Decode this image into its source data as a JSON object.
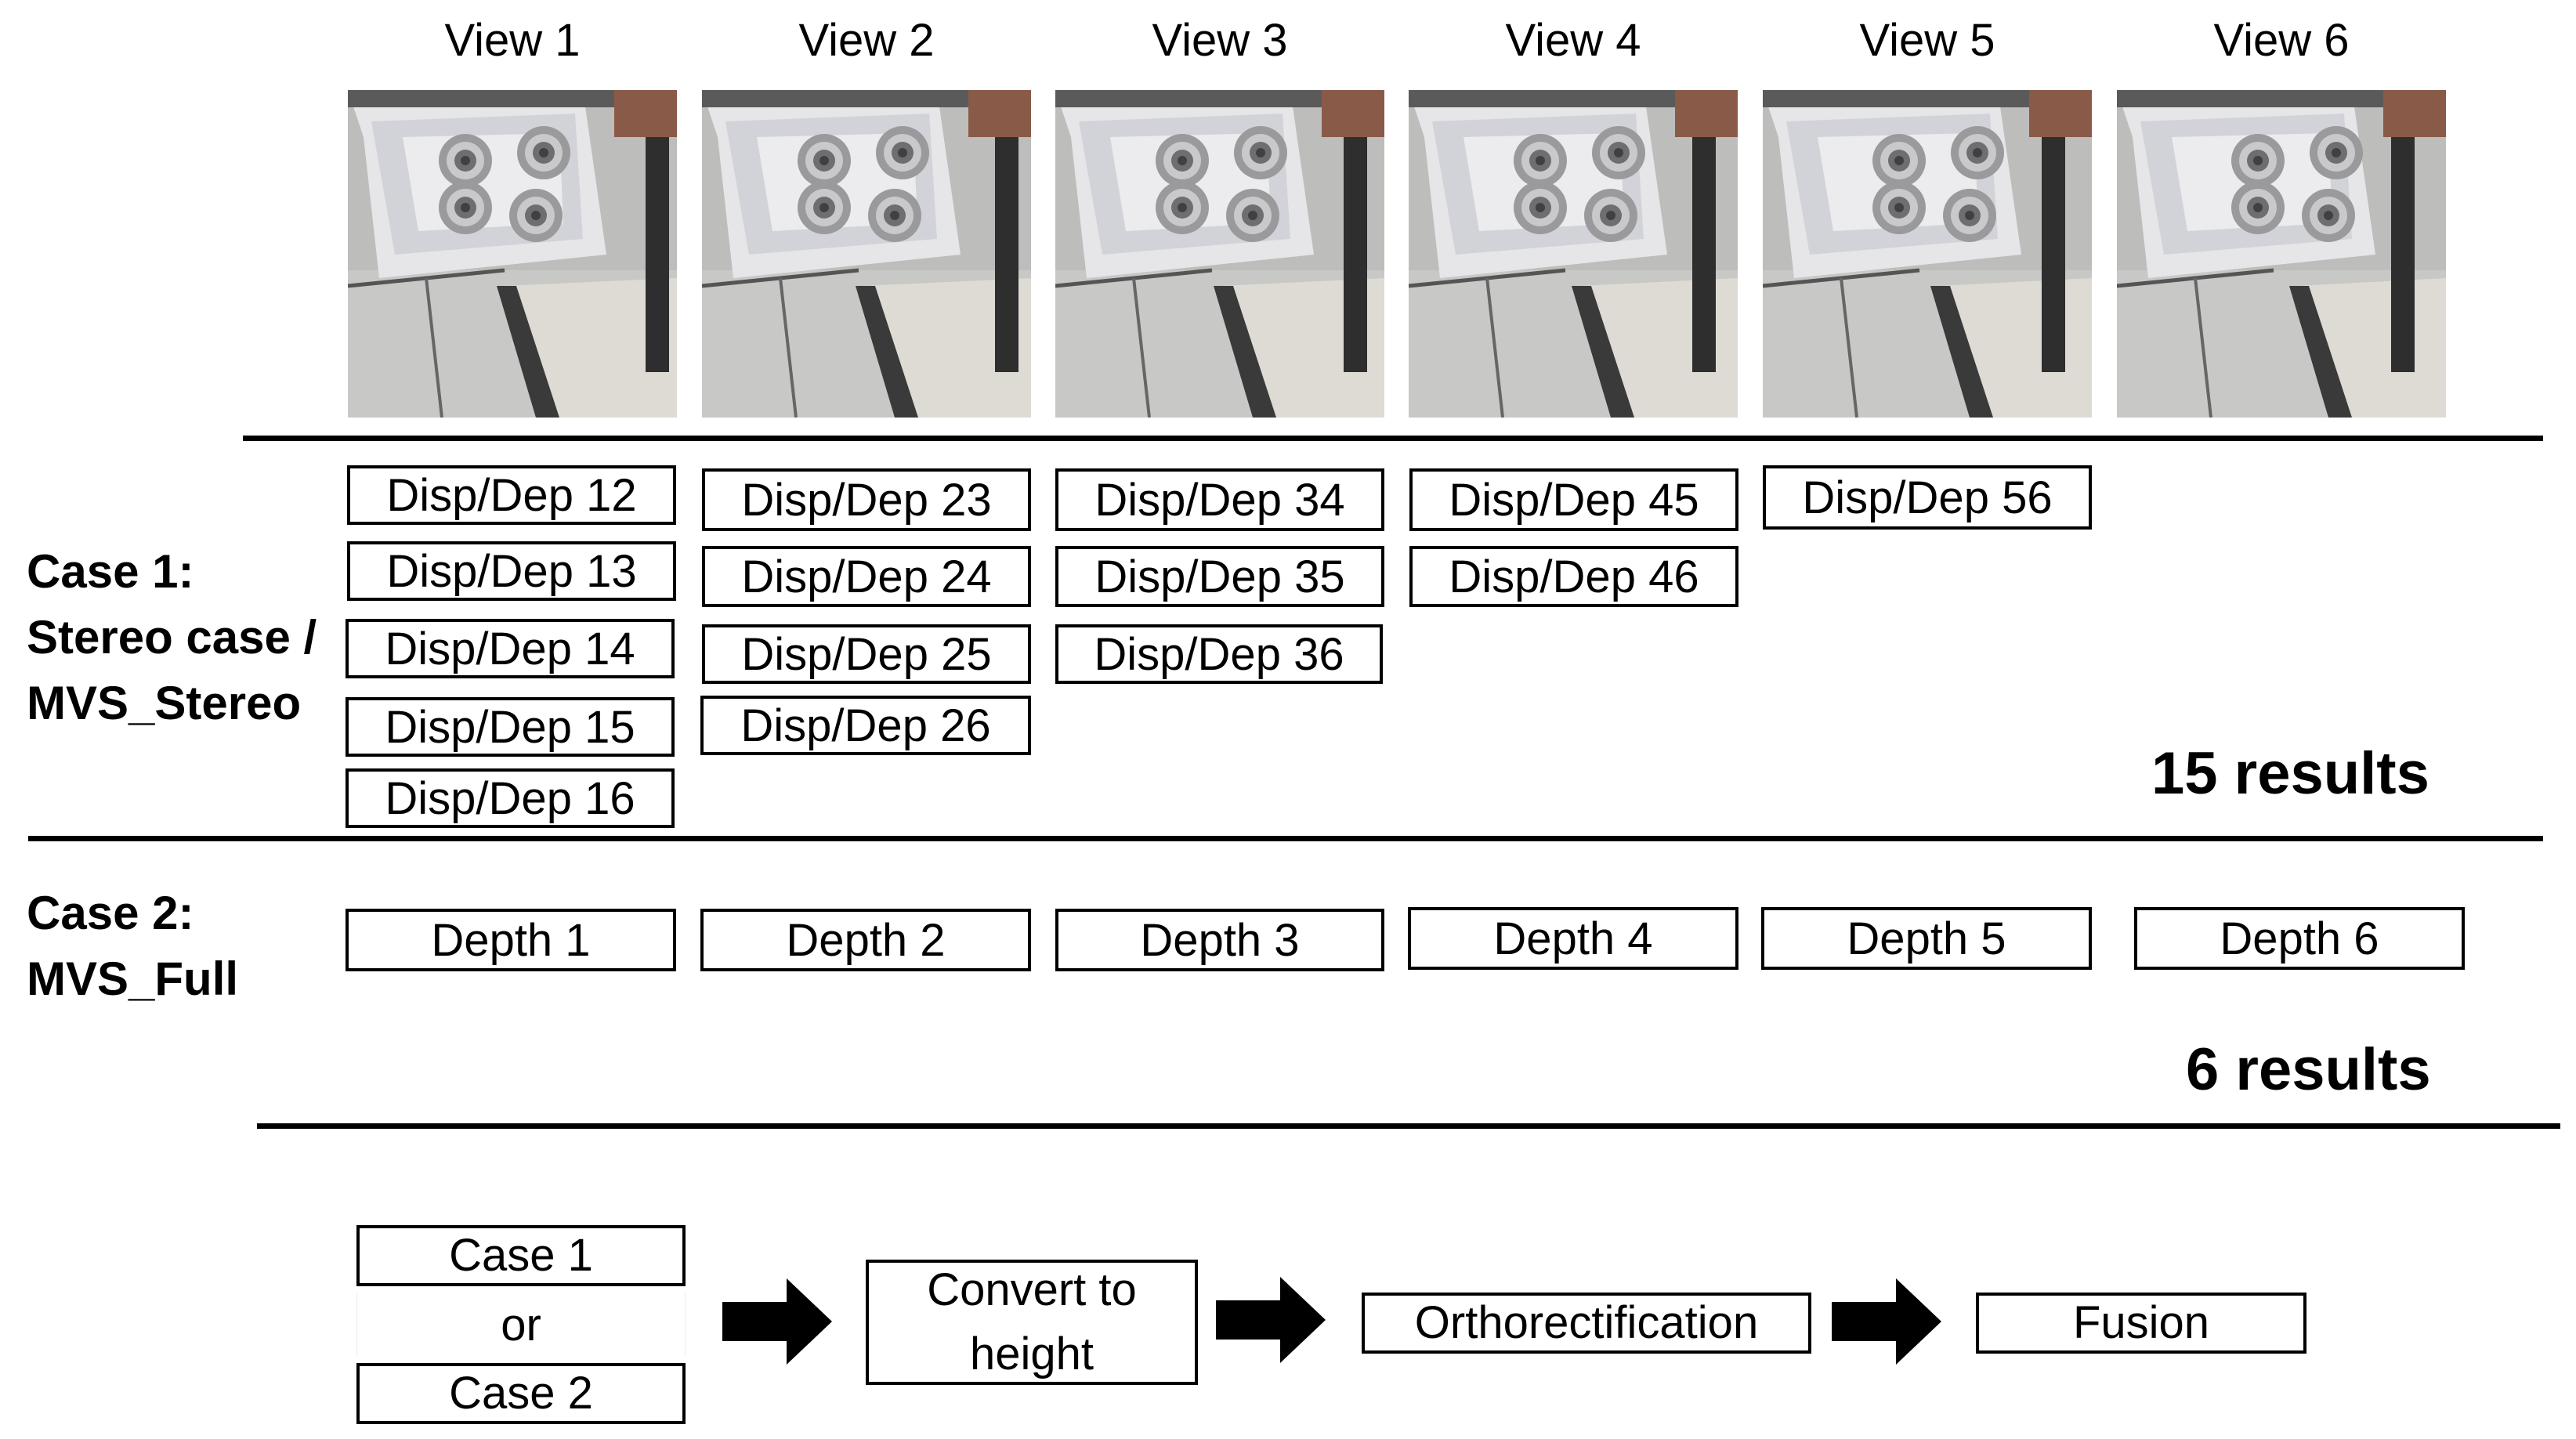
{
  "views": [
    "View 1",
    "View 2",
    "View 3",
    "View 4",
    "View 5",
    "View 6"
  ],
  "case1": {
    "title_line1": "Case 1:",
    "title_line2": "Stereo case /",
    "title_line3": "MVS_Stereo",
    "columns": [
      [
        "Disp/Dep 12",
        "Disp/Dep 13",
        "Disp/Dep 14",
        "Disp/Dep 15",
        "Disp/Dep 16"
      ],
      [
        "Disp/Dep 23",
        "Disp/Dep 24",
        "Disp/Dep 25",
        "Disp/Dep 26"
      ],
      [
        "Disp/Dep 34",
        "Disp/Dep 35",
        "Disp/Dep 36"
      ],
      [
        "Disp/Dep 45",
        "Disp/Dep 46"
      ],
      [
        "Disp/Dep 56"
      ]
    ],
    "results": "15 results"
  },
  "case2": {
    "title_line1": "Case 2:",
    "title_line2": "MVS_Full",
    "depths": [
      "Depth 1",
      "Depth 2",
      "Depth 3",
      "Depth 4",
      "Depth 5",
      "Depth 6"
    ],
    "results": "6 results"
  },
  "pipeline": {
    "input_top": "Case 1",
    "input_or": "or",
    "input_bottom": "Case 2",
    "step1": "Convert to height",
    "step2": "Orthorectification",
    "step3": "Fusion"
  }
}
